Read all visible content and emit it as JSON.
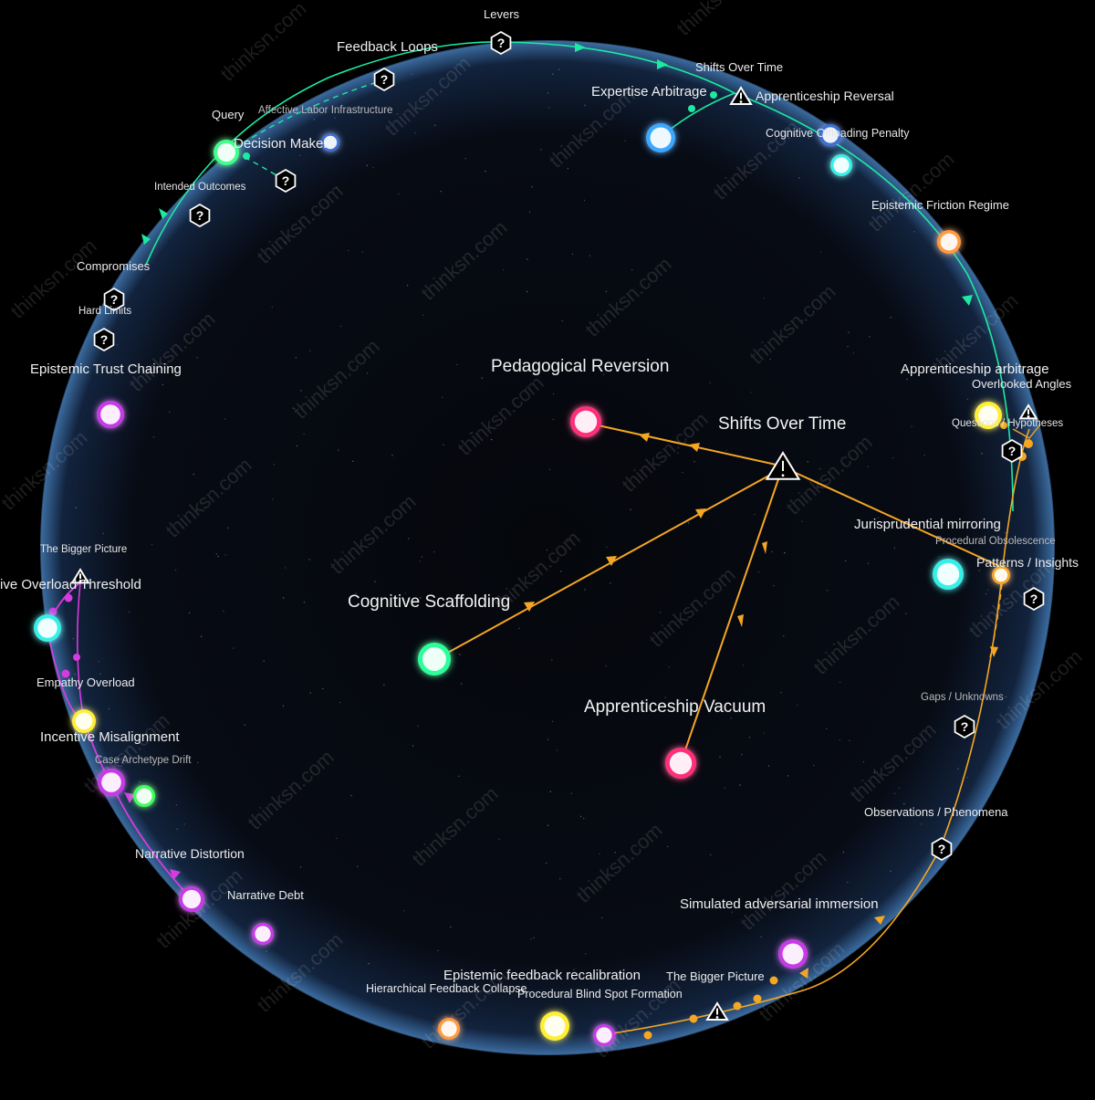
{
  "watermark": "thinksn.com",
  "colors": {
    "green": "#1de9a0",
    "orange": "#f5a623",
    "magenta": "#d63be0",
    "sphere_edge": "#5b8bc4"
  },
  "icons": {
    "question": "question-hex-icon",
    "warning": "warning-triangle-icon"
  },
  "center": {
    "hub": "Shifts Over Time",
    "outcomes": [
      "Pedagogical Reversion",
      "Cognitive Scaffolding",
      "Apprenticeship Vacuum"
    ]
  },
  "top_arc": {
    "levers": "Levers",
    "feedback_loops": "Feedback Loops",
    "query": "Query",
    "affective_labor": "Affective Labor Infrastructure",
    "decision_makers": "Decision Makers",
    "intended_outcomes": "Intended Outcomes",
    "compromises": "Compromises",
    "hard_limits": "Hard Limits",
    "epistemic_trust": "Epistemic Trust Chaining",
    "shifts_over_time": "Shifts Over Time",
    "expertise_arbitrage": "Expertise Arbitrage",
    "apprenticeship_reversal": "Apprenticeship Reversal",
    "cognitive_offloading": "Cognitive Offloading Penalty",
    "epistemic_friction": "Epistemic Friction Regime"
  },
  "right_arc": {
    "apprenticeship_arbitrage": "Apprenticeship arbitrage",
    "overlooked_angles": "Overlooked Angles",
    "questions_hypotheses": "Questions / Hypotheses",
    "jurisprudential": "Jurisprudential mirroring",
    "procedural_obsolescence": "Procedural Obsolescence",
    "patterns_insights": "Patterns / Insights",
    "gaps_unknowns": "Gaps / Unknowns",
    "observations": "Observations / Phenomena",
    "simulated_adversarial": "Simulated adversarial immersion"
  },
  "bottom_arc": {
    "bigger_picture": "The Bigger Picture",
    "epistemic_feedback": "Epistemic feedback recalibration",
    "hierarchical_feedback": "Hierarchical Feedback Collapse",
    "procedural_blind_spot": "Procedural Blind Spot Formation"
  },
  "left_arc": {
    "bigger_picture": "The Bigger Picture",
    "overload_threshold": "ive Overload Threshold",
    "empathy_overload": "Empathy Overload",
    "incentive_misalignment": "Incentive Misalignment",
    "case_archetype": "Case Archetype Drift",
    "narrative_distortion": "Narrative Distortion",
    "narrative_debt": "Narrative Debt"
  }
}
